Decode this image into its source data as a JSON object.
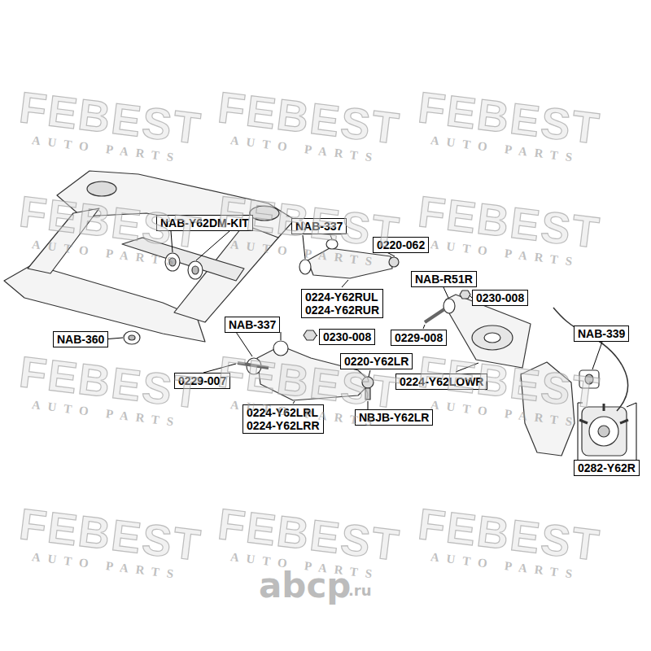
{
  "diagram": {
    "nodes": [
      {
        "text": [
          "NAB-Y62DM-KIT"
        ]
      },
      {
        "text": [
          "NAB-337"
        ]
      },
      {
        "text": [
          "0220-062"
        ]
      },
      {
        "text": [
          "NAB-R51R"
        ]
      },
      {
        "text": [
          "0224-Y62RUL",
          "0224-Y62RUR"
        ]
      },
      {
        "text": [
          "0230-008"
        ]
      },
      {
        "text": [
          "NAB-337"
        ]
      },
      {
        "text": [
          "NAB-339"
        ]
      },
      {
        "text": [
          "0230-008"
        ]
      },
      {
        "text": [
          "0229-008"
        ]
      },
      {
        "text": [
          "NAB-360"
        ]
      },
      {
        "text": [
          "0220-Y62LR"
        ]
      },
      {
        "text": [
          "0229-007"
        ]
      },
      {
        "text": [
          "0224-Y62LOWR"
        ]
      },
      {
        "text": [
          "0224-Y62LRL",
          "0224-Y62LRR"
        ]
      },
      {
        "text": [
          "NBJB-Y62LR"
        ]
      },
      {
        "text": [
          "0282-Y62R"
        ]
      }
    ],
    "labels": [
      "FEBEST",
      "AUTO PARTS",
      "FEBEST",
      "AUTO PARTS",
      "FEBEST",
      "AUTO PARTS",
      "FEBEST",
      "AUTO PARTS",
      "FEBEST",
      "AUTO PARTS",
      "FEBEST",
      "AUTO PARTS",
      "FEBEST",
      "AUTO PARTS",
      "FEBEST",
      "AUTO PARTS",
      "FEBEST",
      "AUTO PARTS",
      "FEBEST",
      "AUTO PARTS",
      "FEBEST",
      "AUTO PARTS",
      "FEBEST",
      "AUTO PARTS",
      "abcp",
      ".ru"
    ]
  }
}
